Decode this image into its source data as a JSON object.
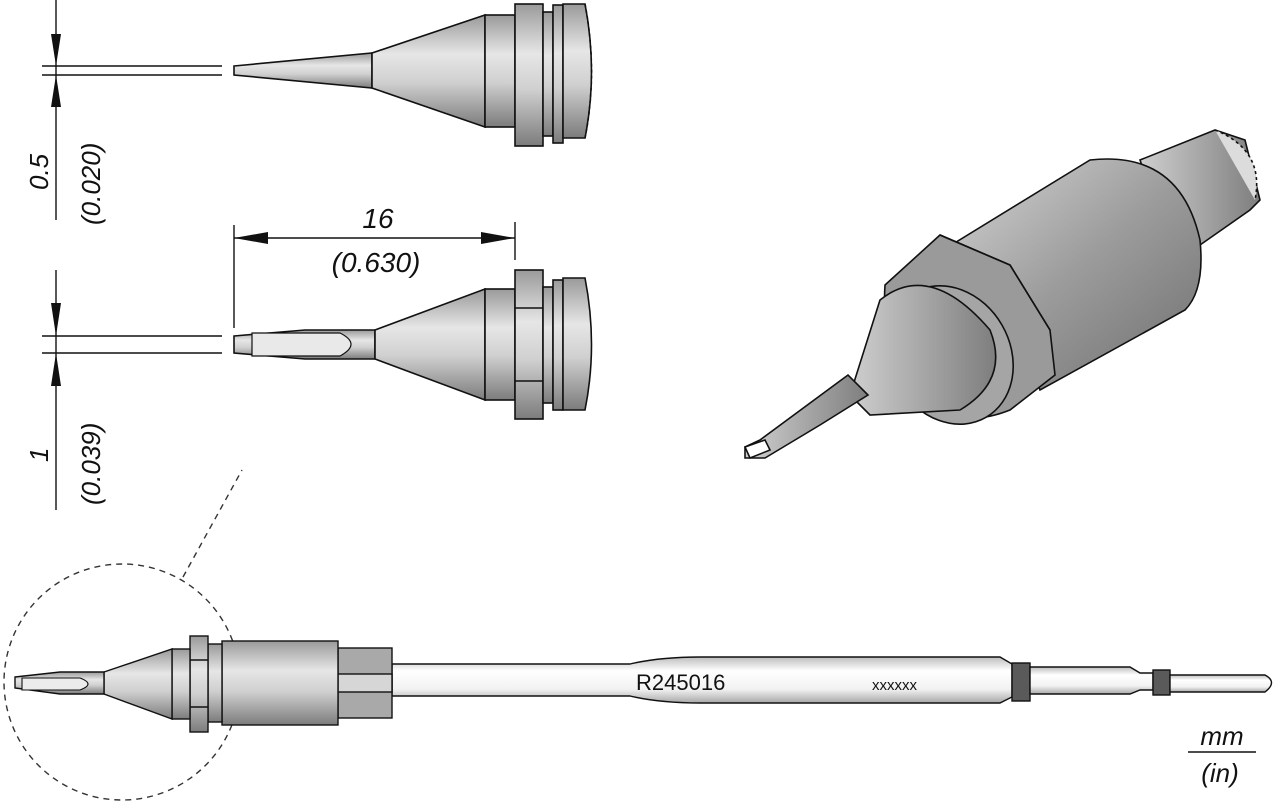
{
  "diagram": {
    "part_number": "R245016",
    "serial_placeholder": "xxxxxx",
    "units": {
      "primary": "mm",
      "secondary": "(in)"
    },
    "dimensions": {
      "tip_thickness_a": {
        "mm": "0.5",
        "in": "(0.020)"
      },
      "tip_thickness_b": {
        "mm": "1",
        "in": "(0.039)"
      },
      "tip_length": {
        "mm": "16",
        "in": "(0.630)"
      }
    },
    "views": [
      {
        "name": "side-view-conical-tip"
      },
      {
        "name": "side-view-chisel-tip"
      },
      {
        "name": "isometric-view"
      },
      {
        "name": "full-cartridge-view"
      }
    ],
    "colors": {
      "line": "#111111",
      "fill_light": "#e8e8e8",
      "fill_mid": "#bdbdbd",
      "fill_dark": "#7a7a7a",
      "band": "#555555"
    }
  }
}
